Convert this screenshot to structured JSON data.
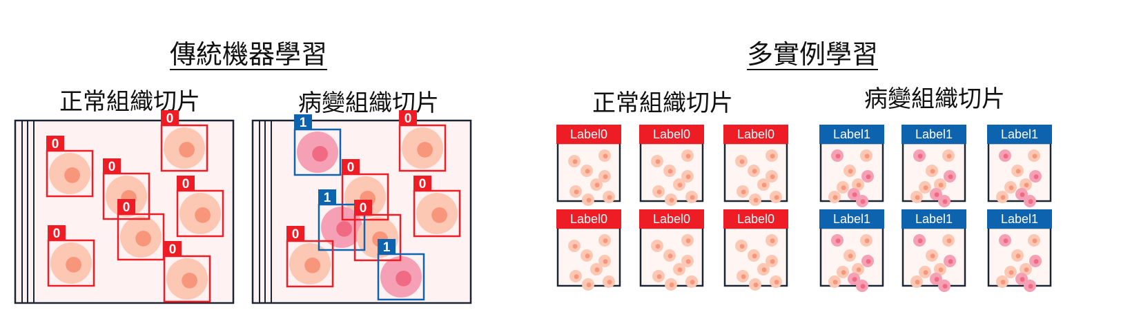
{
  "traditional": {
    "title": "傳統機器學習",
    "normal_title": "正常組織切片",
    "lesion_title": "病變組織切片",
    "normal_cell_labels": [
      "0",
      "0",
      "0",
      "0",
      "0",
      "0",
      "0"
    ],
    "lesion_cell_labels": [
      "1",
      "0",
      "0",
      "0",
      "1",
      "0",
      "0",
      "1"
    ]
  },
  "mil": {
    "title": "多實例學習",
    "normal_title": "正常組織切片",
    "lesion_title": "病變組織切片",
    "normal_bag_labels": [
      "Label0",
      "Label0",
      "Label0",
      "Label0",
      "Label0",
      "Label0"
    ],
    "lesion_bag_labels": [
      "Label1",
      "Label1",
      "Label1",
      "Label1",
      "Label1",
      "Label1"
    ]
  },
  "colors": {
    "label0": "#ee1c25",
    "label1": "#0e63ae",
    "slide_bg": "#fff2f2",
    "normal_cell": "#fcc8b4",
    "normal_nucleus": "#f8967c",
    "lesion_cell": "#f5a0b4",
    "lesion_nucleus": "#ef6a82",
    "outline": "#1b2433"
  }
}
